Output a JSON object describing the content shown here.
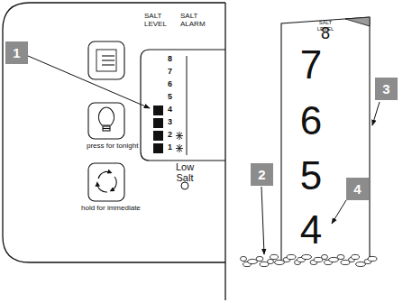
{
  "diagram": {
    "nodes": [
      {
        "text": [
          "1"
        ]
      },
      {
        "text": [
          "2"
        ]
      },
      {
        "text": [
          "3"
        ]
      },
      {
        "text": [
          "4"
        ]
      }
    ],
    "labels": [
      "SALT LEVEL",
      "SALT ALARM",
      "8",
      "7",
      "6",
      "5",
      "4",
      "3",
      "2",
      "1",
      "press for tonight",
      "Low Salt",
      "hold for immediate",
      "SALT LEVEL",
      "8",
      "7",
      "6",
      "5",
      "4"
    ]
  }
}
